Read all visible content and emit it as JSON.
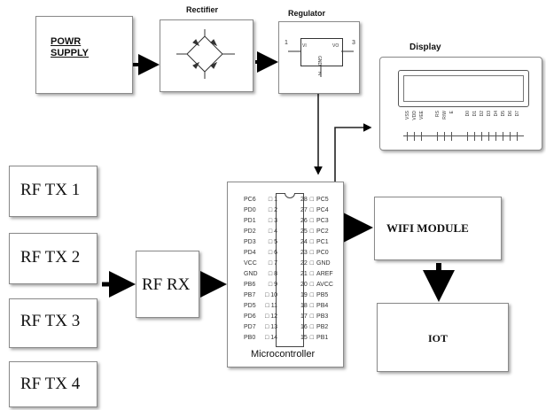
{
  "power_supply": {
    "line1": "POWR",
    "line2": "SUPPLY"
  },
  "rectifier": {
    "title": "Rectifier"
  },
  "regulator": {
    "title": "Regulator",
    "pin1": "1",
    "pin3": "3",
    "vi": "VI",
    "vo": "VO",
    "gnd": "GND",
    "pin2": "2"
  },
  "display": {
    "title": "Display",
    "pins_a": [
      "VSS",
      "VDD",
      "VEE"
    ],
    "pins_b": [
      "RS",
      "R/W",
      "E"
    ],
    "pins_c": [
      "D0",
      "D1",
      "D2",
      "D3",
      "D4",
      "D5",
      "D6",
      "D7"
    ]
  },
  "transmitters": [
    "RF TX 1",
    "RF TX 2",
    "RF TX 3",
    "RF TX 4"
  ],
  "receiver": {
    "label": "RF RX"
  },
  "microcontroller": {
    "label": "Microcontroller",
    "left_pins": [
      {
        "name": "PC6",
        "num": "1"
      },
      {
        "name": "PD0",
        "num": "2"
      },
      {
        "name": "PD1",
        "num": "3"
      },
      {
        "name": "PD2",
        "num": "4"
      },
      {
        "name": "PD3",
        "num": "5"
      },
      {
        "name": "PD4",
        "num": "6"
      },
      {
        "name": "VCC",
        "num": "7"
      },
      {
        "name": "GND",
        "num": "8"
      },
      {
        "name": "PB6",
        "num": "9"
      },
      {
        "name": "PB7",
        "num": "10"
      },
      {
        "name": "PD5",
        "num": "11"
      },
      {
        "name": "PD6",
        "num": "12"
      },
      {
        "name": "PD7",
        "num": "13"
      },
      {
        "name": "PB0",
        "num": "14"
      }
    ],
    "right_pins": [
      {
        "num": "28",
        "name": "PC5"
      },
      {
        "num": "27",
        "name": "PC4"
      },
      {
        "num": "26",
        "name": "PC3"
      },
      {
        "num": "25",
        "name": "PC2"
      },
      {
        "num": "24",
        "name": "PC1"
      },
      {
        "num": "23",
        "name": "PC0"
      },
      {
        "num": "22",
        "name": "GND"
      },
      {
        "num": "21",
        "name": "AREF"
      },
      {
        "num": "20",
        "name": "AVCC"
      },
      {
        "num": "19",
        "name": "PB5"
      },
      {
        "num": "18",
        "name": "PB4"
      },
      {
        "num": "17",
        "name": "PB3"
      },
      {
        "num": "16",
        "name": "PB2"
      },
      {
        "num": "15",
        "name": "PB1"
      }
    ]
  },
  "wifi": {
    "label": "WIFI MODULE"
  },
  "iot": {
    "label": "IOT"
  },
  "colors": {
    "line": "#222222",
    "arrow": "#000000",
    "border": "#8a8a8a"
  }
}
